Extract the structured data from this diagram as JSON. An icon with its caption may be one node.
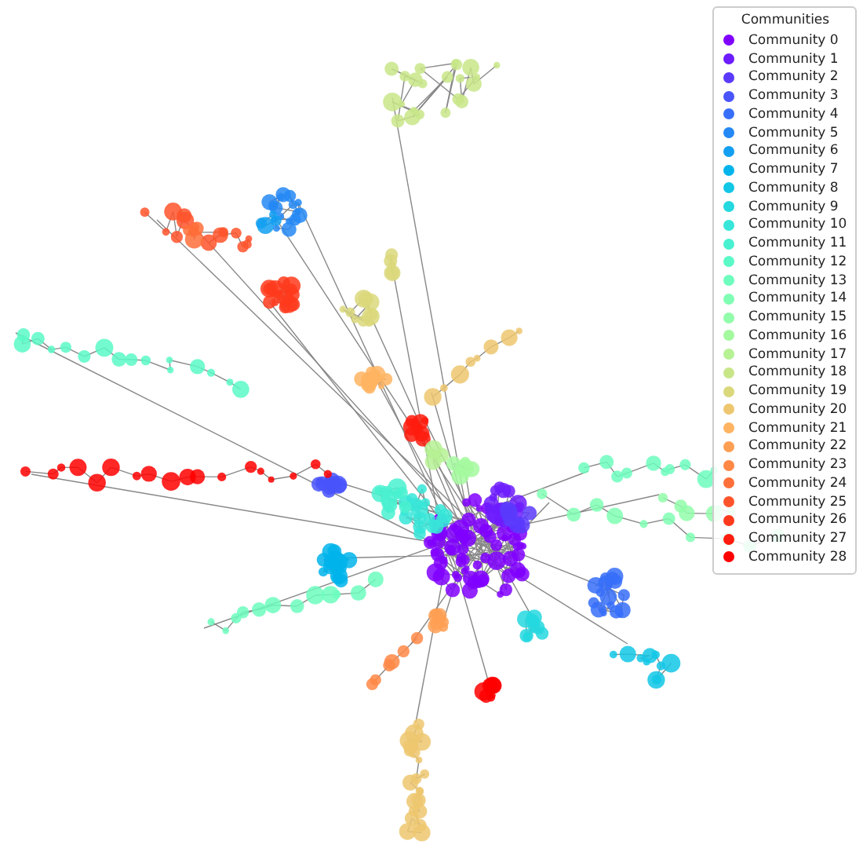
{
  "diagram": {
    "title": "Communities",
    "legend": [
      {
        "text": "Community 0",
        "color": "#8000ff"
      },
      {
        "text": "Community 1",
        "color": "#6d1cfe"
      },
      {
        "text": "Community 2",
        "color": "#5b39fd"
      },
      {
        "text": "Community 3",
        "color": "#4954fb"
      },
      {
        "text": "Community 4",
        "color": "#376ff9"
      },
      {
        "text": "Community 5",
        "color": "#2488f5"
      },
      {
        "text": "Community 6",
        "color": "#129ff1"
      },
      {
        "text": "Community 7",
        "color": "#00b4eb"
      },
      {
        "text": "Community 8",
        "color": "#12c7e6"
      },
      {
        "text": "Community 9",
        "color": "#24d8df"
      },
      {
        "text": "Community 10",
        "color": "#37e6d8"
      },
      {
        "text": "Community 11",
        "color": "#49f1d0"
      },
      {
        "text": "Community 12",
        "color": "#5bf9c7"
      },
      {
        "text": "Community 13",
        "color": "#6dfdbe"
      },
      {
        "text": "Community 14",
        "color": "#80ffb4"
      },
      {
        "text": "Community 15",
        "color": "#92fdaa"
      },
      {
        "text": "Community 16",
        "color": "#a4f99f"
      },
      {
        "text": "Community 17",
        "color": "#b6f194"
      },
      {
        "text": "Community 18",
        "color": "#c8e688"
      },
      {
        "text": "Community 19",
        "color": "#dad87b"
      },
      {
        "text": "Community 20",
        "color": "#edc76f"
      },
      {
        "text": "Community 21",
        "color": "#ffb462"
      },
      {
        "text": "Community 22",
        "color": "#ff9f54"
      },
      {
        "text": "Community 23",
        "color": "#ff8846"
      },
      {
        "text": "Community 24",
        "color": "#ff6f39"
      },
      {
        "text": "Community 25",
        "color": "#ff542b"
      },
      {
        "text": "Community 26",
        "color": "#ff391c"
      },
      {
        "text": "Community 27",
        "color": "#ff1c0e"
      },
      {
        "text": "Community 28",
        "color": "#ff0000"
      }
    ]
  }
}
